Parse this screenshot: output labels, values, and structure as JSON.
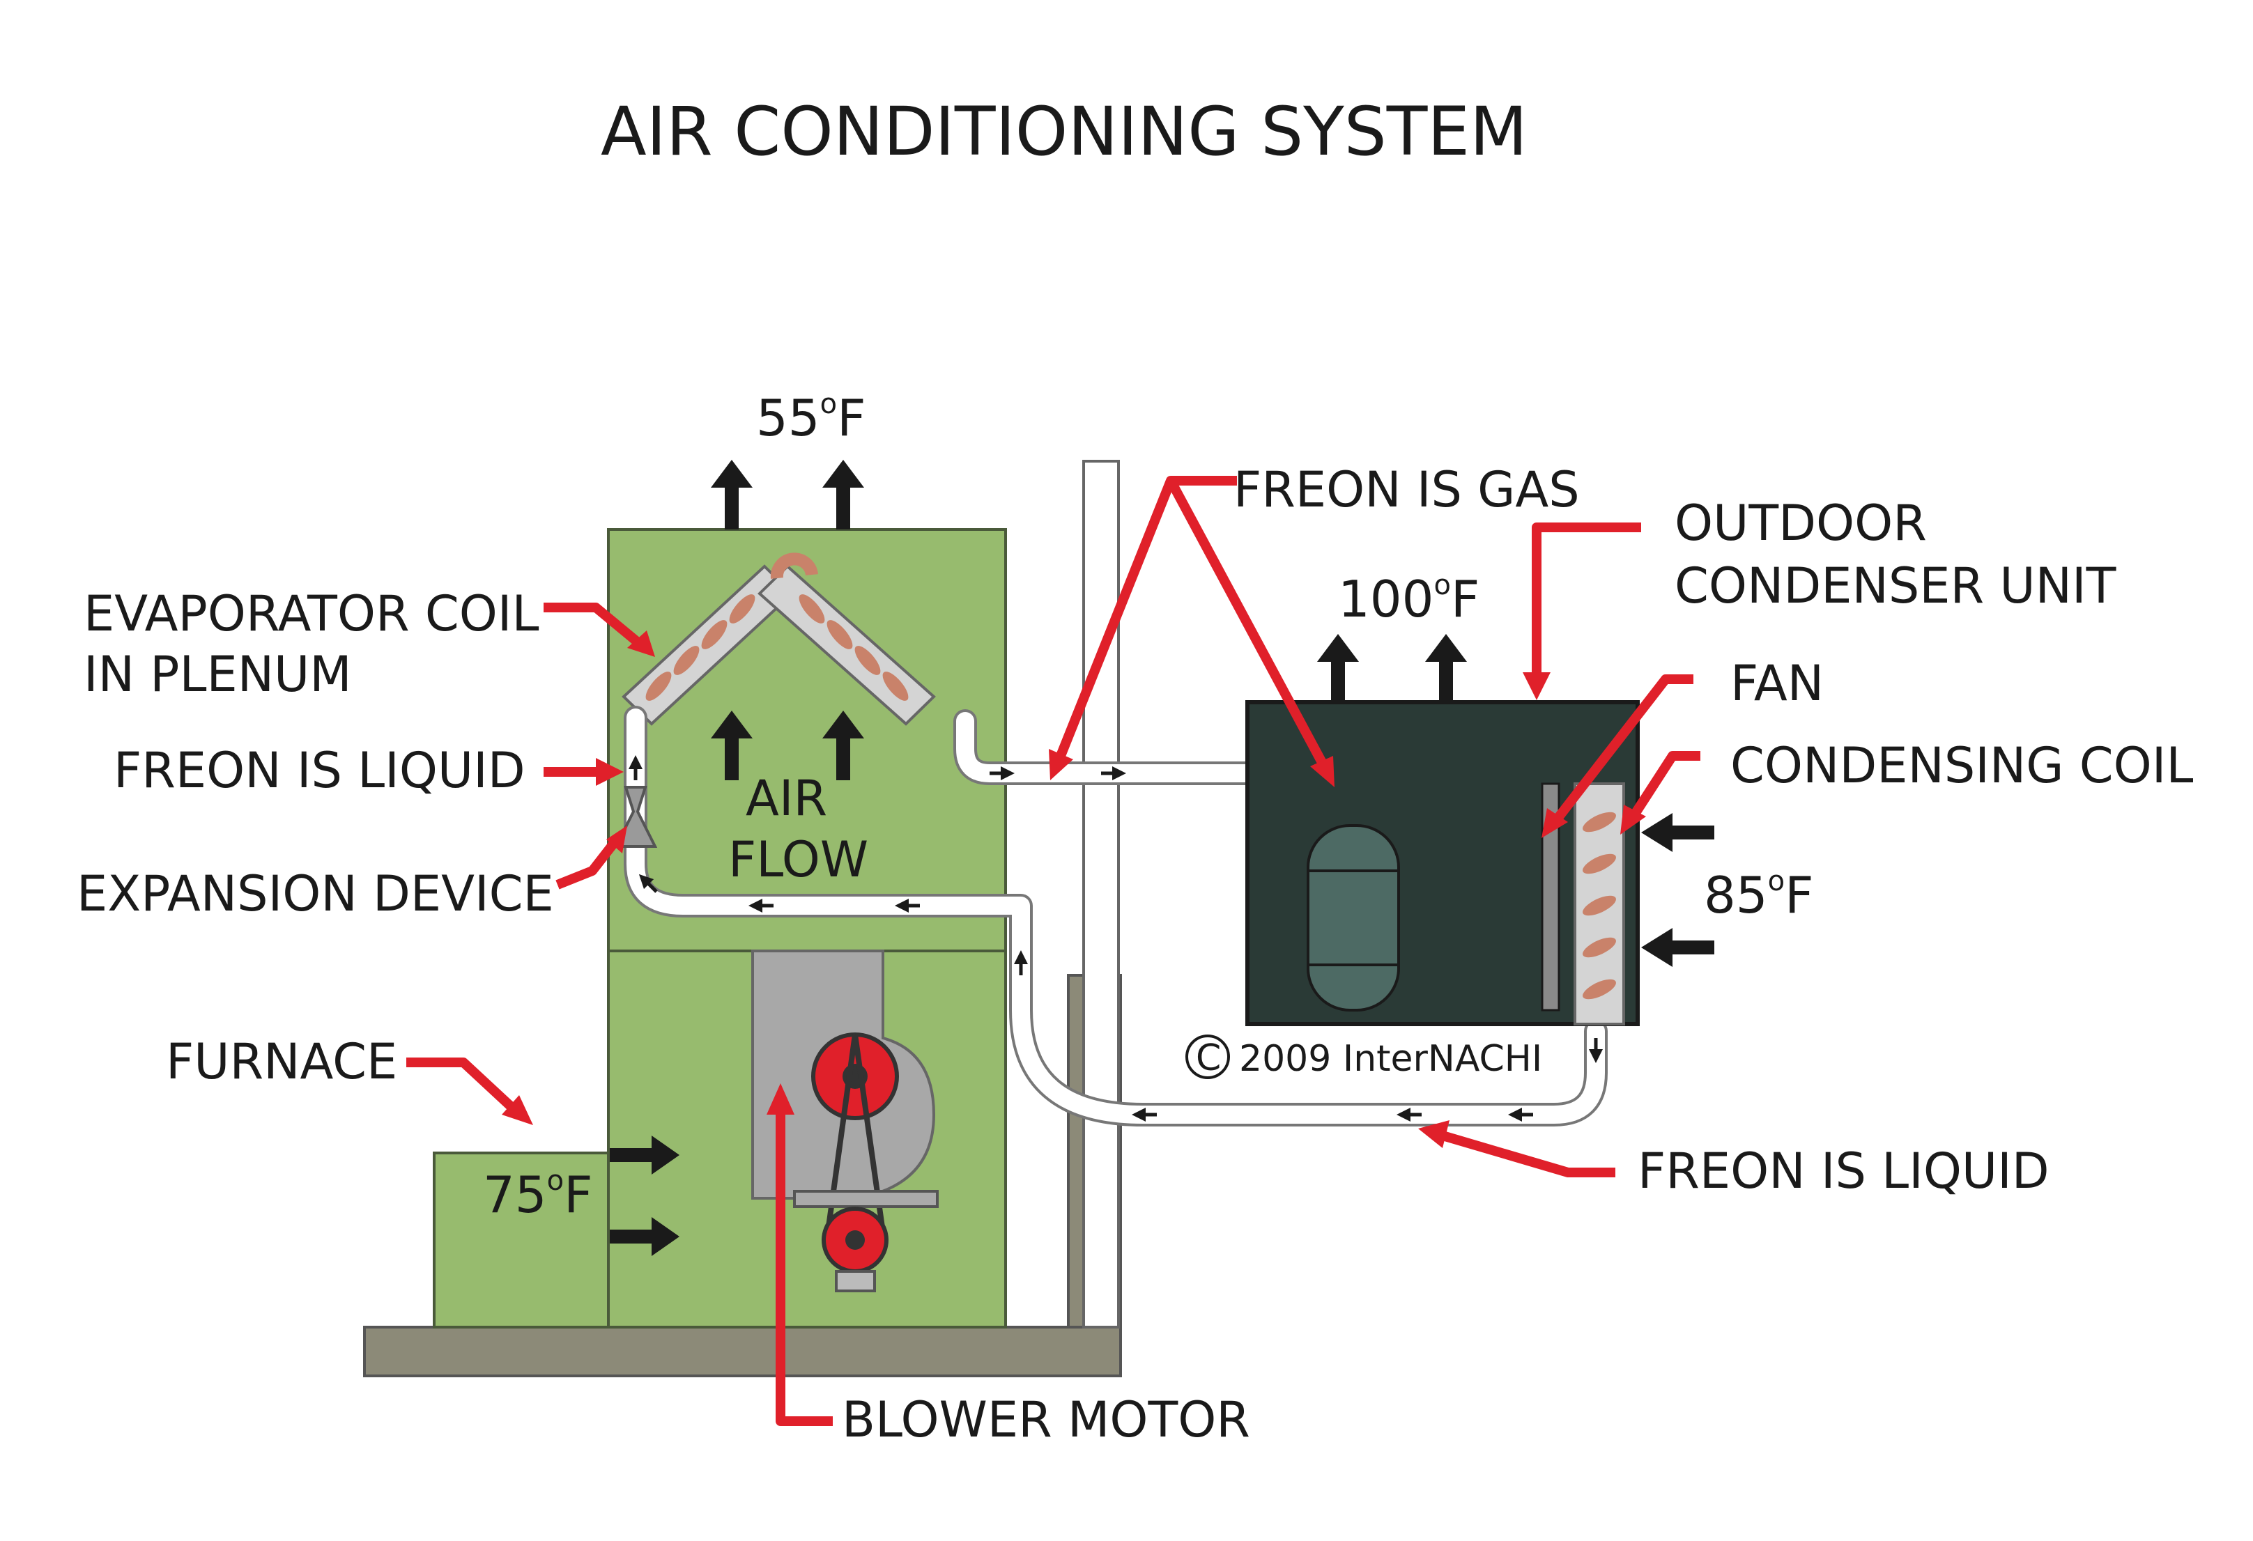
{
  "title": "AIR CONDITIONING SYSTEM",
  "labels": {
    "evaporator_line1": "EVAPORATOR COIL",
    "evaporator_line2": "IN PLENUM",
    "freon_liquid_indoor": "FREON IS LIQUID",
    "expansion_device": "EXPANSION DEVICE",
    "furnace": "FURNACE",
    "blower_motor": "BLOWER MOTOR",
    "freon_gas": "FREON IS GAS",
    "outdoor_line1": "OUTDOOR",
    "outdoor_line2": "CONDENSER UNIT",
    "fan": "FAN",
    "condensing_coil": "CONDENSING COIL",
    "freon_liquid_outdoor": "FREON IS LIQUID",
    "air_flow_line1": "AIR",
    "air_flow_line2": "FLOW"
  },
  "temperatures": {
    "supply": {
      "value": "55",
      "unit": "F"
    },
    "condenser_out": {
      "value": "100",
      "unit": "F"
    },
    "outdoor_in": {
      "value": "85",
      "unit": "F"
    },
    "return": {
      "value": "75",
      "unit": "F"
    }
  },
  "degree_symbol": "o",
  "copyright": {
    "symbol": "C",
    "text": "2009  InterNACHI"
  },
  "colors": {
    "plenum_green": "#97bb6e",
    "condenser_dark": "#2a3a36",
    "callout_red": "#e0202a",
    "concrete": "#8c8a78",
    "pipe": "#ffffff",
    "coil_copper": "#c9826a"
  }
}
